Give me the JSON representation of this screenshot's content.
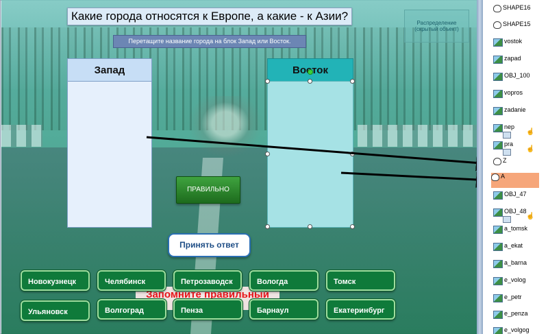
{
  "slide": {
    "title": "Какие города относятся к Европе, а какие - к Азии?",
    "hint": "Перетащите название города на блок Запад или Восток.",
    "hidden_object": {
      "line1": "Распределение",
      "line2": "(скрытый объект)"
    },
    "zones": {
      "west": "Запад",
      "east": "Восток"
    },
    "correct_button": "ПРАВИЛЬНО",
    "accept_button": "Принять ответ",
    "remember_text": "Запомните правильный",
    "cities_row1": [
      "Новокузнецк",
      "Челябинск",
      "Петрозаводск",
      "Вологда",
      "Томск"
    ],
    "cities_row2": [
      "Ульяновск",
      "Волгоград",
      "Пенза",
      "Барнаул",
      "Екатеринбург"
    ]
  },
  "panel": {
    "items": [
      "SHAPE16",
      "SHAPE15",
      "vostok",
      "zapad",
      "OBJ_100",
      "vopros",
      "zadanie",
      "nep",
      "pra",
      "Z",
      "A",
      "OBJ_47",
      "OBJ_48",
      "a_tomsk",
      "a_ekat",
      "a_barna",
      "e_volog",
      "e_petr",
      "e_penza",
      "e_volgog"
    ],
    "selected": "A"
  },
  "colors": {
    "city_green": "#0f7a3a",
    "east_header": "#22b3b7",
    "selected_row": "#f6a67a",
    "remember_red": "#e8151b"
  }
}
